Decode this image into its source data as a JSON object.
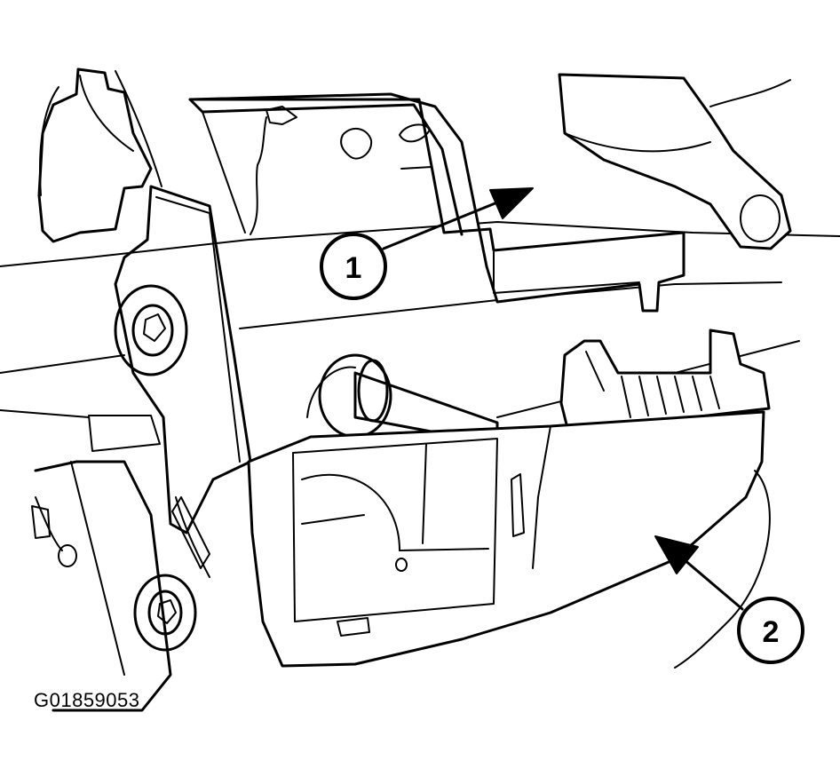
{
  "figure": {
    "id_code": "G01859053",
    "callouts": [
      {
        "label": "1"
      },
      {
        "label": "2"
      }
    ]
  }
}
